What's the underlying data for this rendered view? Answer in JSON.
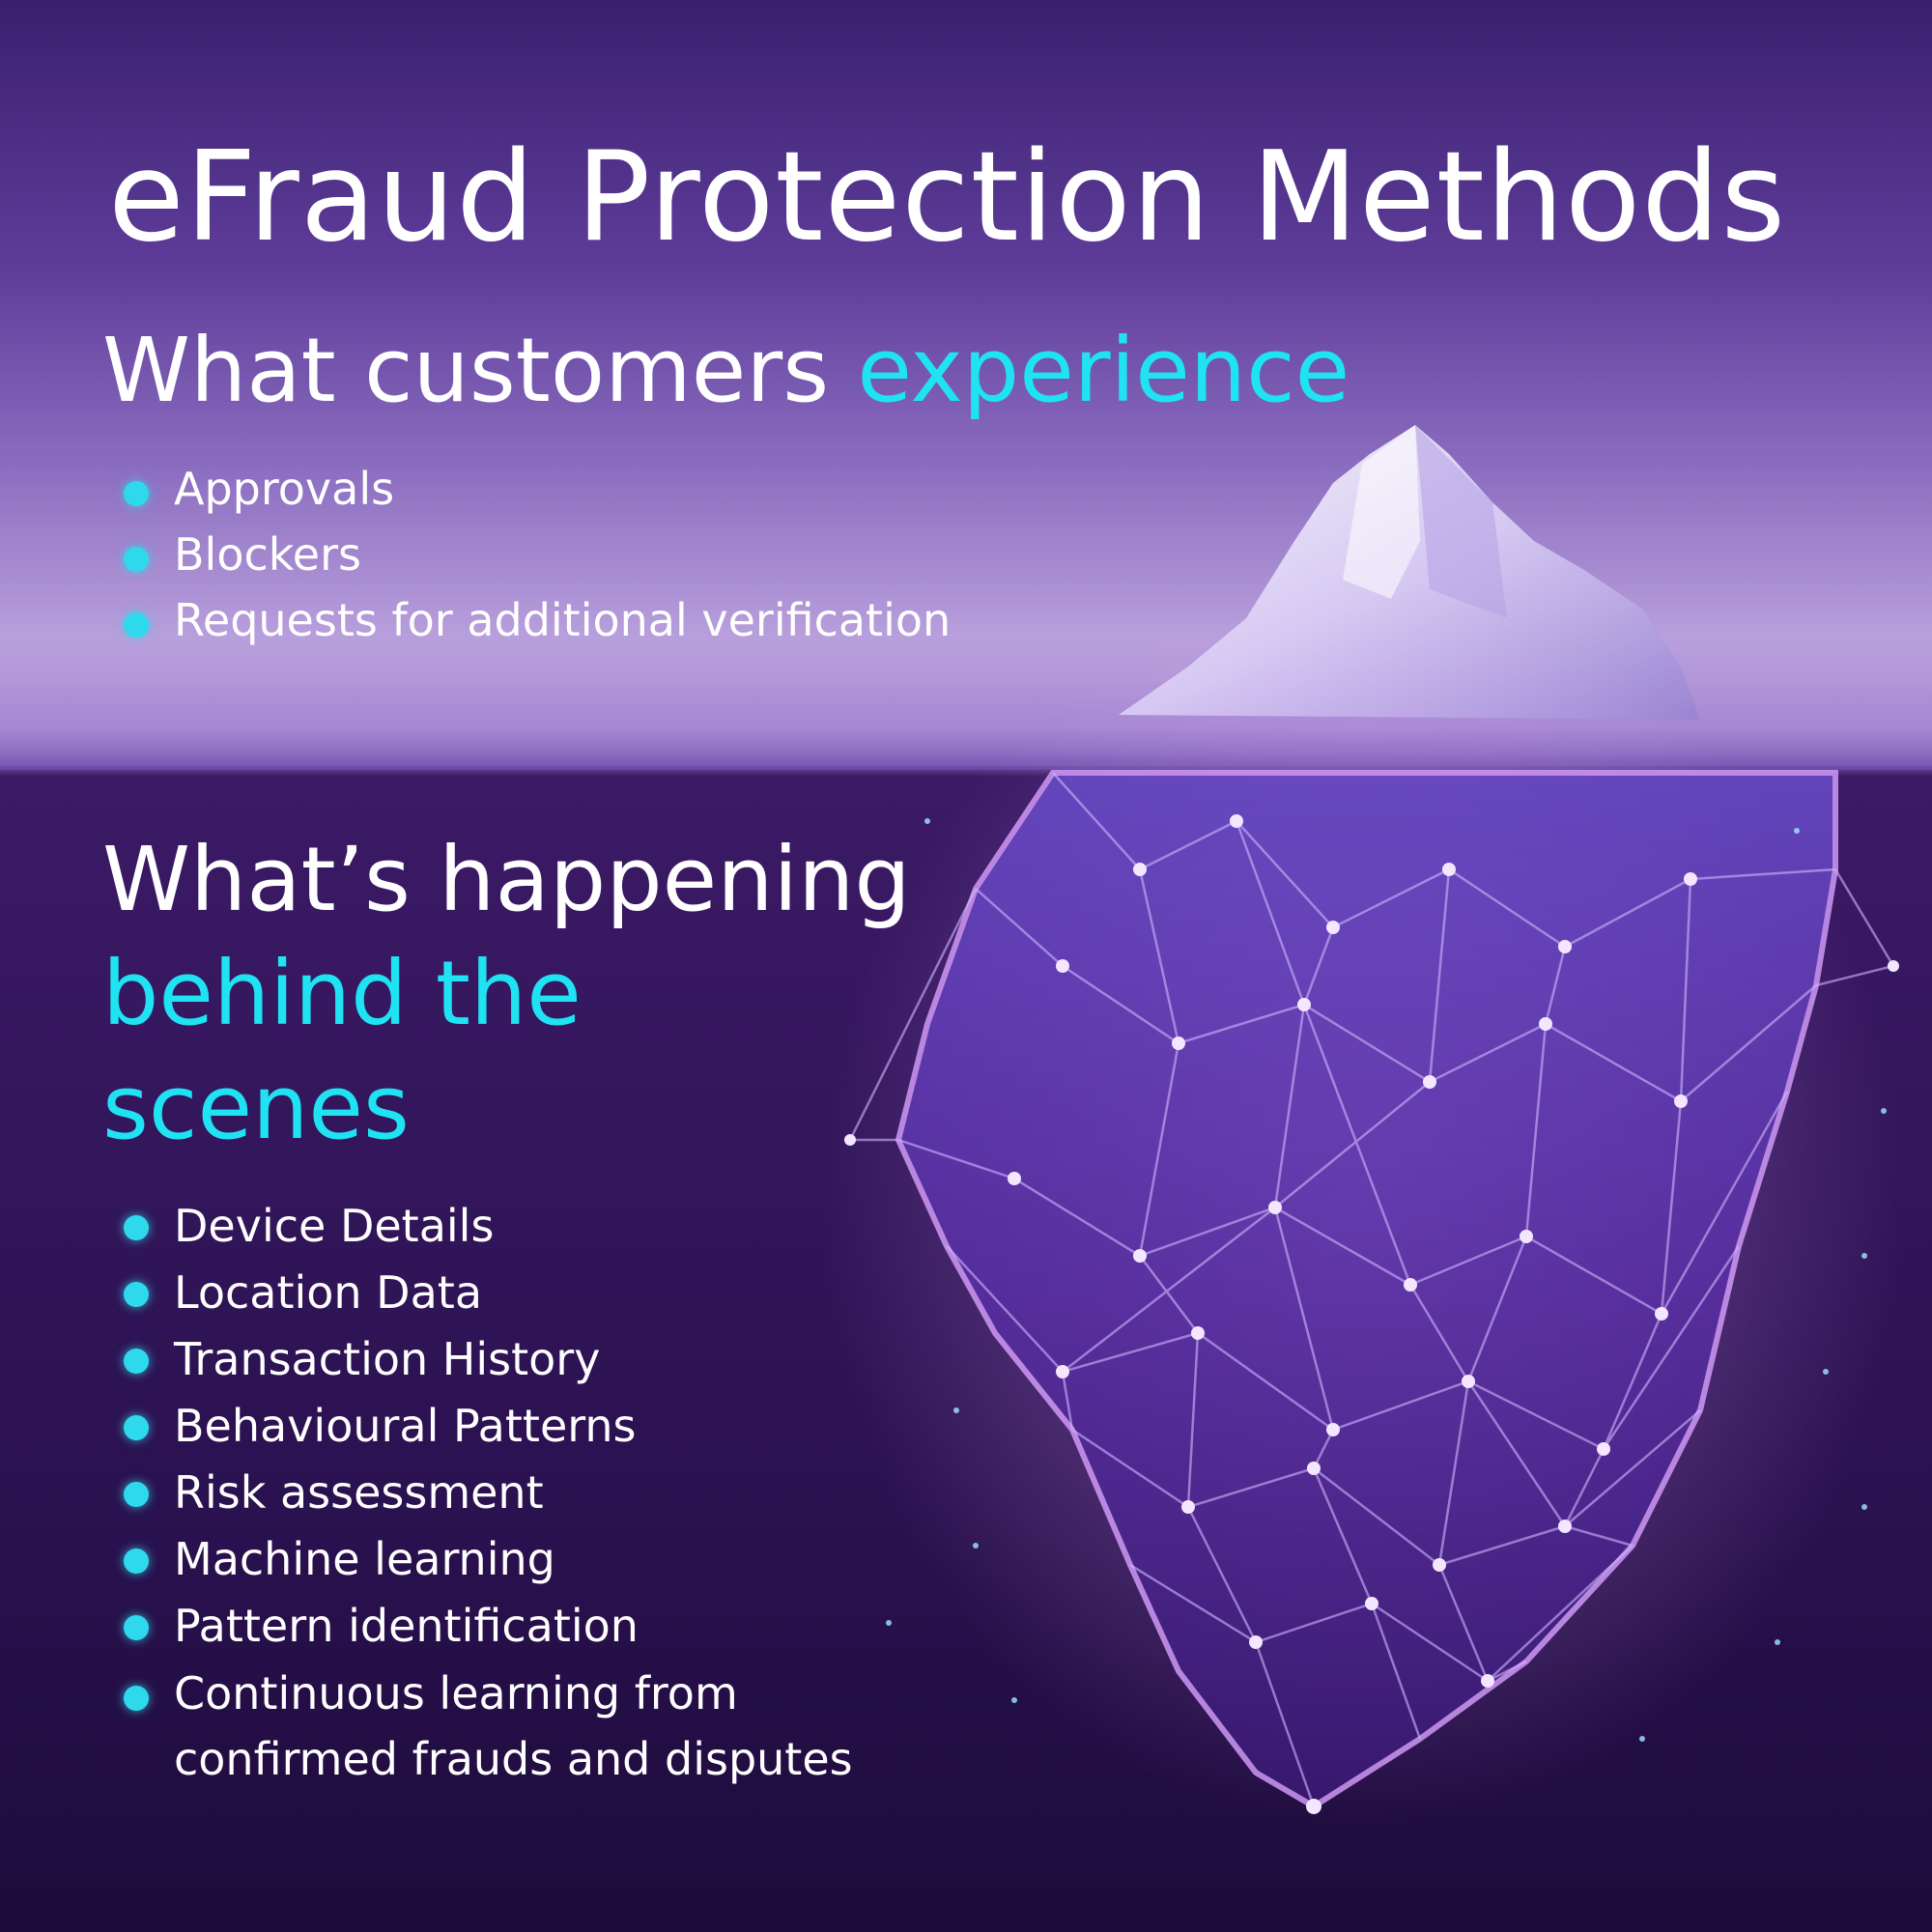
{
  "title": "eFraud Protection Methods",
  "surface": {
    "heading_start": "What customers ",
    "heading_accent": "experience",
    "items": [
      "Approvals",
      "Blockers",
      "Requests for additional verification"
    ]
  },
  "depth": {
    "heading_line1": "What’s happening",
    "heading_accent_line2": "behind the",
    "heading_accent_line3": "scenes",
    "items": [
      "Device Details",
      "Location Data",
      "Transaction History",
      "Behavioural Patterns",
      "Risk assessment",
      "Machine learning",
      "Pattern identification"
    ],
    "last_item_line1": "Continuous learning from",
    "last_item_line2": "confirmed frauds and disputes"
  },
  "colors": {
    "accent": "#1fe3f2",
    "bullet": "#2fd9ec",
    "text": "#ffffff"
  },
  "icons": {
    "bullet": "dot-icon",
    "illustration": "iceberg-network-illustration"
  }
}
